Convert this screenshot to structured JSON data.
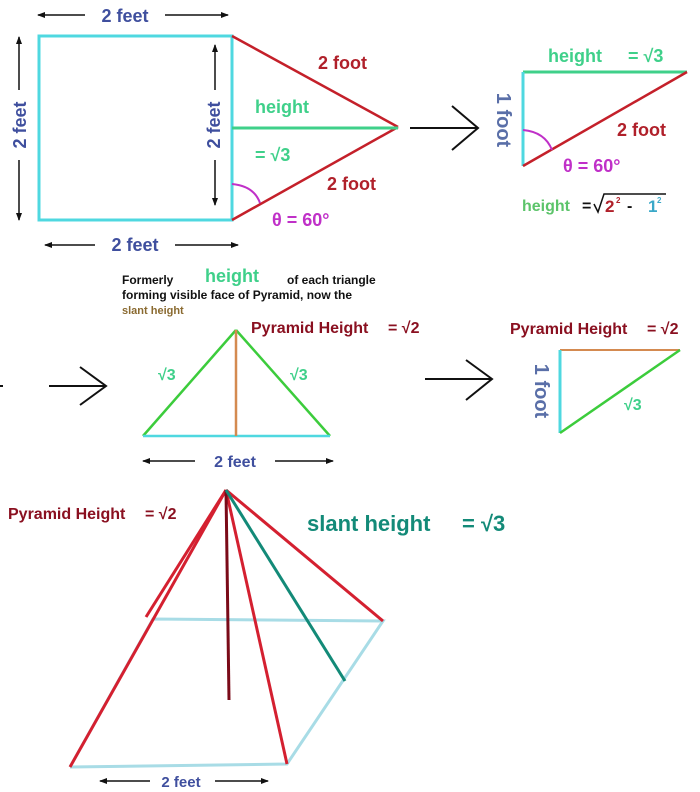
{
  "panel1": {
    "top_dim": "2 feet",
    "left_dim": "2 feet",
    "bottom_dim": "2 feet",
    "inner_dim": "2 feet",
    "upper_side": "2 foot",
    "lower_side": "2 foot",
    "height_label": "height",
    "height_value": "= √3",
    "angle": "θ = 60°"
  },
  "panel2": {
    "height_label": "height",
    "height_eq": "= √3",
    "side_label": "1 foot",
    "hyp_label": "2 foot",
    "angle": "θ = 60°",
    "formula_lhs": "height",
    "formula_eq": "=",
    "formula_a": "2",
    "formula_exp_a": "2",
    "formula_minus": "-",
    "formula_b": "1",
    "formula_exp_b": "2"
  },
  "caption": {
    "part1": "Formerly",
    "highlight": "height",
    "part2": "of each triangle",
    "line2": "forming  visible face of Pyramid, now the",
    "line3": "slant height"
  },
  "panel3": {
    "pyramid_height_label": "Pyramid Height",
    "pyramid_height_value": "= √2",
    "left_side": "√3",
    "right_side": "√3",
    "base_dim": "2  feet"
  },
  "panel4": {
    "pyramid_height_label": "Pyramid Height",
    "pyramid_height_value": "= √2",
    "side_label": "1 foot",
    "hyp_label": "√3"
  },
  "panel5": {
    "pyramid_height_label": "Pyramid Height",
    "pyramid_height_value": "= √2",
    "slant_label": "slant height",
    "slant_value": "= √3",
    "base_dim": "2  feet"
  },
  "colors": {
    "square": "#4fd8e0",
    "red_edge": "#c4202a",
    "green": "#3fd08a",
    "bright_green": "#3ccc3c",
    "purple": "#c030c8",
    "teal": "#138a78",
    "base_blue": "#a8dce6",
    "orange": "#d48a50",
    "darkred": "#7a0a18"
  }
}
